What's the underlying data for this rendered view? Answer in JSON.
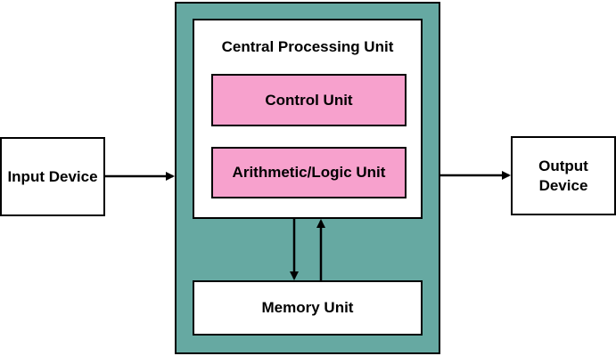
{
  "diagram": {
    "central_processing_unit": "Central Processing Unit",
    "control_unit": "Control Unit",
    "alu": "Arithmetic/Logic Unit",
    "memory_unit": "Memory Unit",
    "input_device": "Input Device",
    "output_device": "Output Device"
  },
  "colors": {
    "outer_fill": "#66a9a2",
    "unit_fill": "#f7a1cd",
    "box_fill": "#ffffff",
    "stroke": "#000000"
  }
}
